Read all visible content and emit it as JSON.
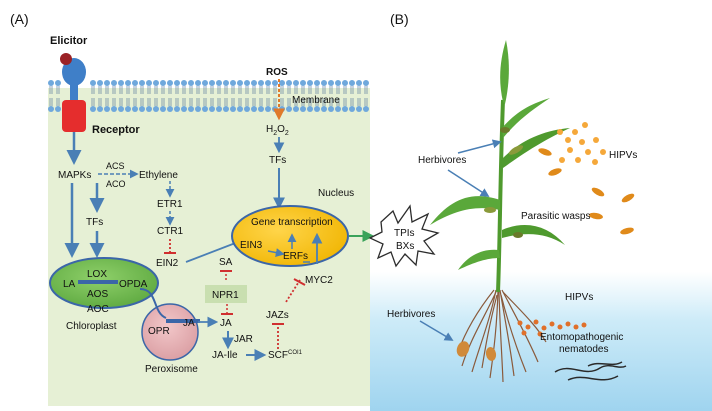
{
  "panels": {
    "a_label": "(A)",
    "b_label": "(B)"
  },
  "colors": {
    "cell_bg": "#e6f0d5",
    "membrane_head": "#6fa8dc",
    "arrow_blue": "#4a7fb5",
    "inhibit_red": "#d03030",
    "nucleus": "#f7c21c",
    "chloroplast": "#7bbf5a",
    "peroxisome": "#e8b4b8",
    "soil": "#bfe3f5",
    "green_arrow": "#3aa35a"
  },
  "panel_a": {
    "elicitor": "Elicitor",
    "receptor": "Receptor",
    "ros": "ROS",
    "membrane": "Membrane",
    "h2o2": "H",
    "h2o2_sub": "2",
    "h2o2_o": "O",
    "h2o2_sub2": "2",
    "mapks": "MAPKs",
    "acs": "ACS",
    "aco": "ACO",
    "ethylene": "Ethylene",
    "etr1": "ETR1",
    "ctr1": "CTR1",
    "ein2": "EIN2",
    "tfs_left": "TFs",
    "tfs_right": "TFs",
    "nucleus": "Nucleus",
    "gene_transcription": "Gene transcription",
    "ein3": "EIN3",
    "erfs": "ERFs",
    "myc2": "MYC2",
    "jazs": "JAZs",
    "sa": "SA",
    "npr1": "NPR1",
    "la": "LA",
    "lox": "LOX",
    "opda": "OPDA",
    "aos": "AOS",
    "aoc": "AOC",
    "chloroplast": "Chloroplast",
    "opr": "OPR",
    "ja_per": "JA",
    "ja": "JA",
    "jar": "JAR",
    "ja_ile": "JA-Ile",
    "scf": "SCF",
    "scf_sup": "COI1",
    "peroxisome": "Peroxisome",
    "tpis": "TPIs",
    "bxs": "BXs"
  },
  "panel_b": {
    "herbivores_top": "Herbivores",
    "hipvs_top": "HIPVs",
    "parasitic_wasps": "Parasitic wasps",
    "herbivores_bottom": "Herbivores",
    "hipvs_bottom": "HIPVs",
    "nematodes_line1": "Entomopathogenic",
    "nematodes_line2": "nematodes"
  }
}
